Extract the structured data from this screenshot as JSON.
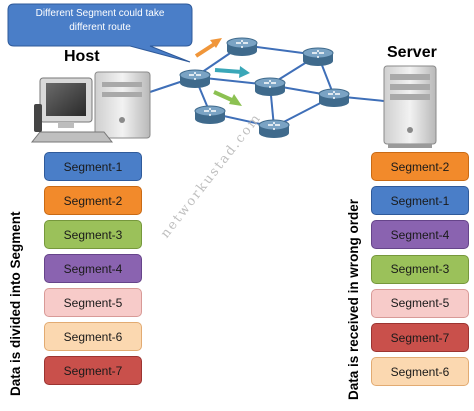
{
  "callout": {
    "line1": "Different Segment could take",
    "line2": "different route"
  },
  "host": {
    "title": "Host",
    "side_label": "Data is divided into Segment"
  },
  "server": {
    "title": "Server",
    "side_label": "Data is received in wrong order"
  },
  "watermark": "networkustad.com",
  "host_segments": [
    {
      "label": "Segment-1",
      "fill": "#4a7ec8",
      "border": "#2f5a9a"
    },
    {
      "label": "Segment-2",
      "fill": "#f28a2b",
      "border": "#c96a14"
    },
    {
      "label": "Segment-3",
      "fill": "#9bc15a",
      "border": "#76983c"
    },
    {
      "label": "Segment-4",
      "fill": "#8a63b0",
      "border": "#66448a"
    },
    {
      "label": "Segment-5",
      "fill": "#f7cbc9",
      "border": "#d89a97"
    },
    {
      "label": "Segment-6",
      "fill": "#fbd8b0",
      "border": "#e2ab72"
    },
    {
      "label": "Segment-7",
      "fill": "#c9504b",
      "border": "#9c3431"
    }
  ],
  "server_segments": [
    {
      "label": "Segment-2",
      "fill": "#f28a2b",
      "border": "#c96a14"
    },
    {
      "label": "Segment-1",
      "fill": "#4a7ec8",
      "border": "#2f5a9a"
    },
    {
      "label": "Segment-4",
      "fill": "#8a63b0",
      "border": "#66448a"
    },
    {
      "label": "Segment-3",
      "fill": "#9bc15a",
      "border": "#76983c"
    },
    {
      "label": "Segment-5",
      "fill": "#f7cbc9",
      "border": "#d89a97"
    },
    {
      "label": "Segment-7",
      "fill": "#c9504b",
      "border": "#9c3431"
    },
    {
      "label": "Segment-6",
      "fill": "#fbd8b0",
      "border": "#e2ab72"
    }
  ],
  "colors": {
    "callout": "#4a7ec8",
    "link": "#3f6fb8",
    "router_body": "#5b86a8",
    "arrow_orange": "#f0963a",
    "arrow_teal": "#3aa7b8",
    "arrow_green": "#8cc152"
  },
  "icons": [
    "router-icon",
    "desktop-computer-icon",
    "server-tower-icon",
    "route-arrow-icon"
  ]
}
